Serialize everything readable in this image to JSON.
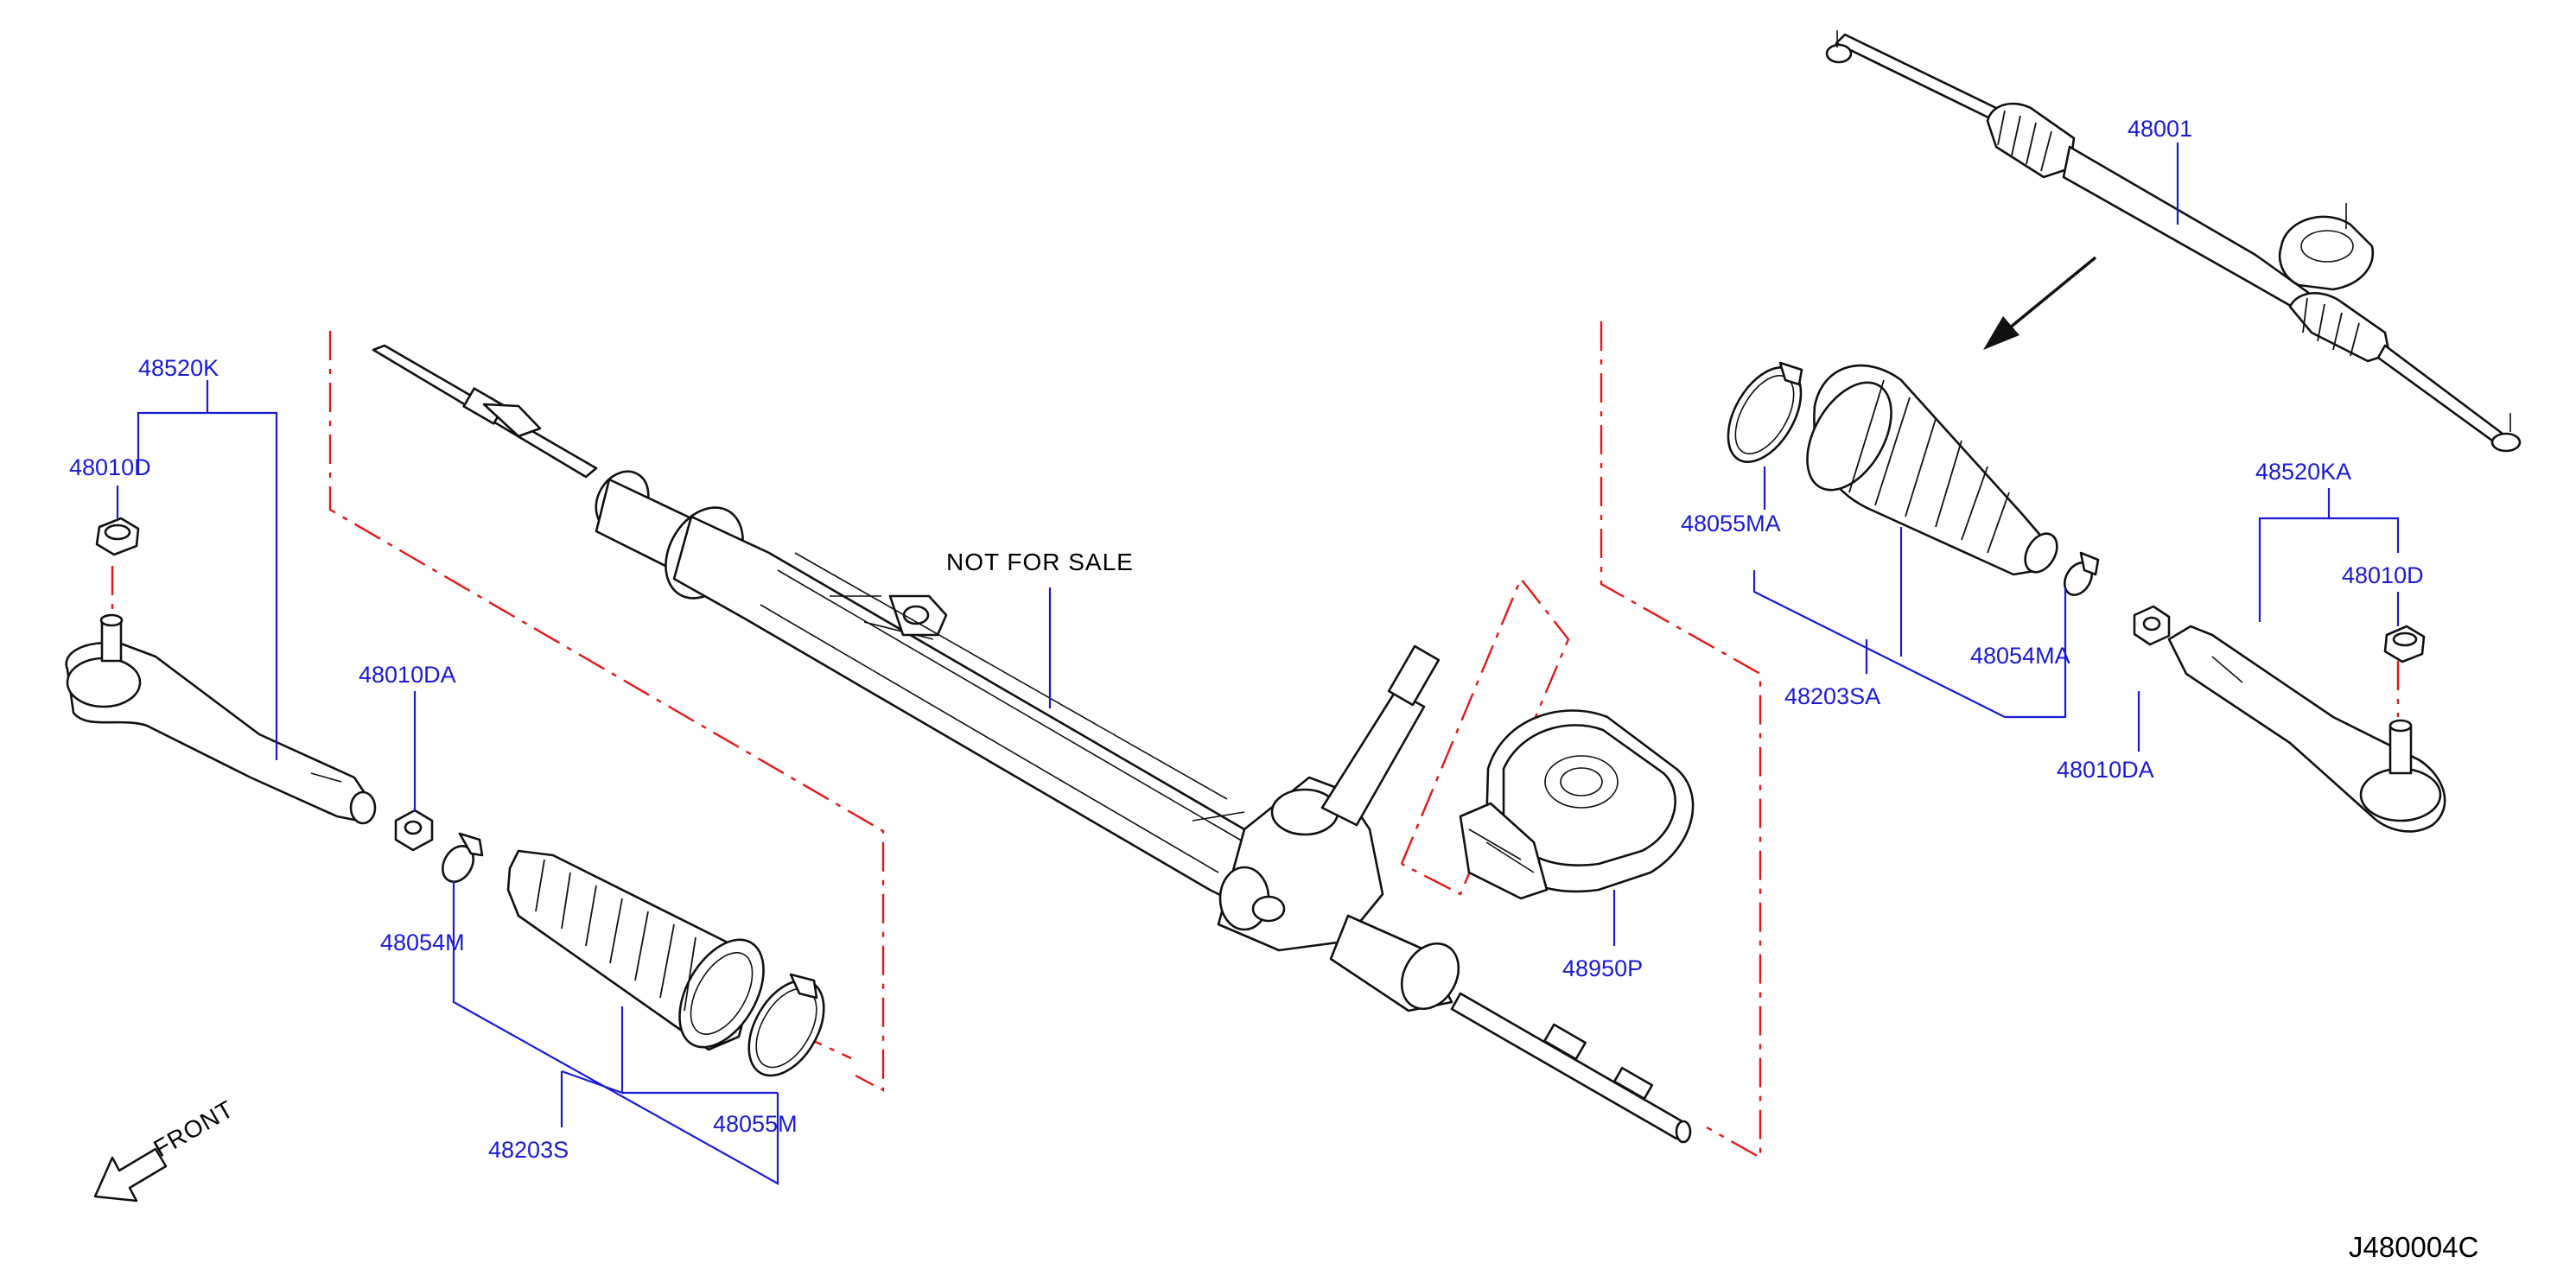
{
  "title": "NOT FOR SALE",
  "drawing_code": "J480004C",
  "front_label": "FRONT",
  "colors": {
    "label": "#1a1ad6",
    "phantom_line": "#e01818",
    "outline": "#111111"
  },
  "parts": {
    "p48001": "48001",
    "p48520K": "48520K",
    "p48010D_left": "48010D",
    "p48010DA_left": "48010DA",
    "p48054M": "48054M",
    "p48203S": "48203S",
    "p48055M": "48055M",
    "p48950P": "48950P",
    "p48055MA": "48055MA",
    "p48203SA": "48203SA",
    "p48054MA": "48054MA",
    "p48010DA_right": "48010DA",
    "p48520KA": "48520KA",
    "p48010D_right": "48010D"
  }
}
